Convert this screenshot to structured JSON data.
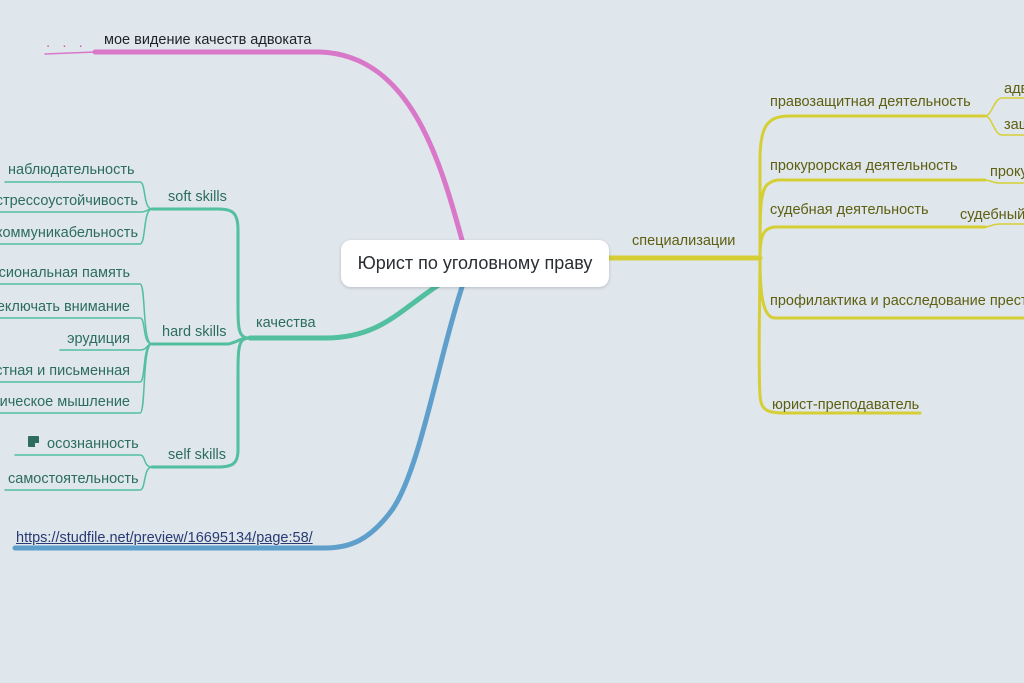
{
  "central_topic": "Юрист по уголовному праву",
  "branches": {
    "vision": {
      "label": "мое видение качеств адвоката",
      "collapsed_marker": ". . .",
      "color": "#d978c9"
    },
    "qualities": {
      "label": "качества",
      "color": "#52bf9e",
      "soft_skills": {
        "label": "soft skills",
        "items": [
          "наблюдательность",
          "стрессоустойчивость",
          "коммуникабельность"
        ]
      },
      "hard_skills": {
        "label": "hard skills",
        "items": [
          "сиональная память",
          "еключать внимание",
          "эрудиция",
          "стная и письменная",
          "гическое мышление"
        ]
      },
      "self_skills": {
        "label": "self skills",
        "items": [
          "осознанность",
          "самостоятельность"
        ]
      }
    },
    "link": {
      "url_text": "https://studfile.net/preview/16695134/page:58/",
      "color": "#5f9fcb"
    },
    "specializations": {
      "label": "специализации",
      "color": "#d5cf35",
      "items": [
        {
          "label": "правозащитная деятельность",
          "children": [
            "адв",
            "защ"
          ]
        },
        {
          "label": "прокурорская деятельность",
          "children": [
            "проку"
          ]
        },
        {
          "label": "судебная деятельность",
          "children": [
            "судебный"
          ]
        },
        {
          "label": "профилактика и расследование прест",
          "children": []
        },
        {
          "label": "юрист-преподаватель",
          "children": []
        }
      ]
    }
  }
}
